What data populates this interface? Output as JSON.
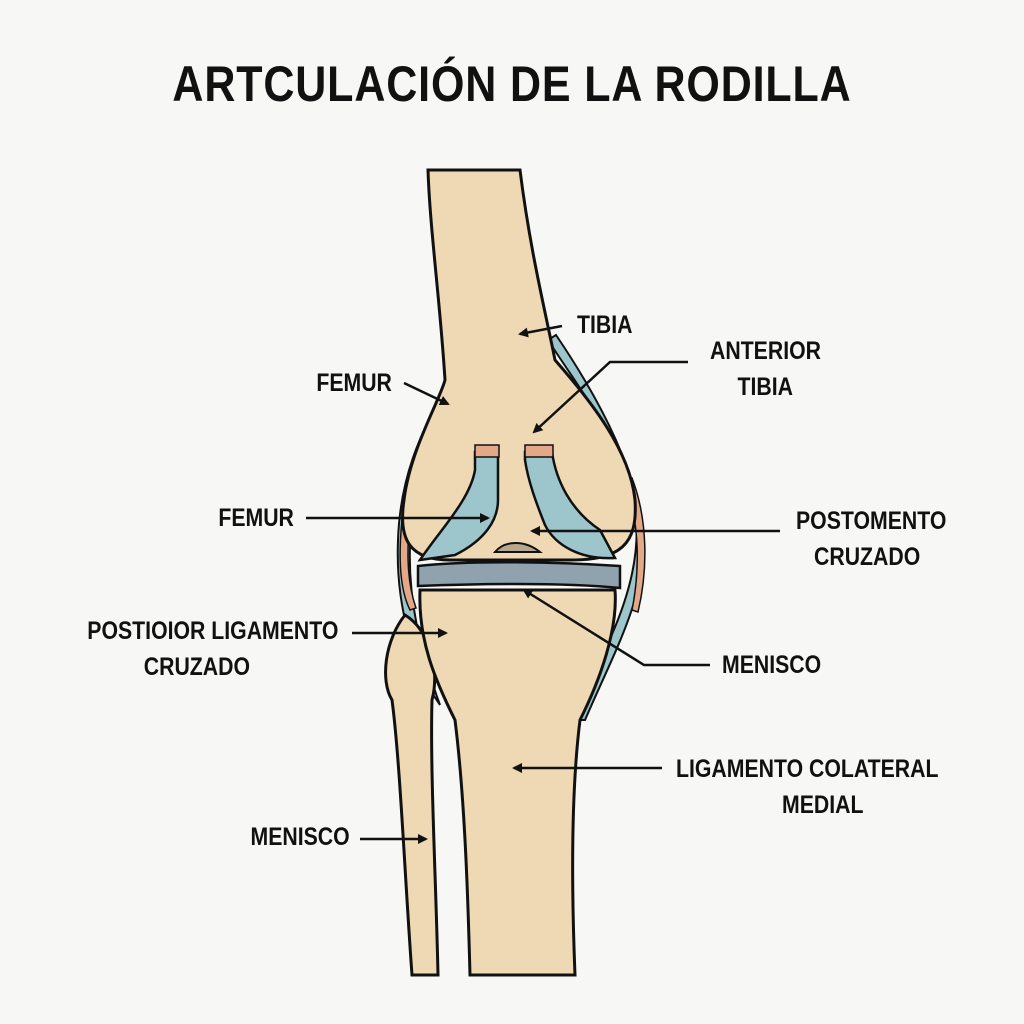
{
  "title": "ARTCULACIÓN DE LA RODILLA",
  "labels": {
    "tibia_top": "TIBIA",
    "anterior_tibia_1": "ANTERIOR",
    "anterior_tibia_2": "TIBIA",
    "femur_top": "FEMUR",
    "femur_mid": "FEMUR",
    "postomento_1": "POSTOMENTO",
    "postomento_2": "CRUZADO",
    "postioior_1": "POSTIOIOR LIGAMENTO",
    "postioior_2": "CRUZADO",
    "menisco_right": "MENISCO",
    "ligamento_1": "LIGAMENTO COLATERAL",
    "ligamento_2": "MEDIAL",
    "menisco_left": "MENISCO"
  },
  "colors": {
    "bone": "#eed9b4",
    "ligament": "#9cc5cc",
    "meniscus": "#8fa2ae",
    "tendon": "#e3a888",
    "outline": "#111111",
    "background": "#f7f7f6"
  }
}
